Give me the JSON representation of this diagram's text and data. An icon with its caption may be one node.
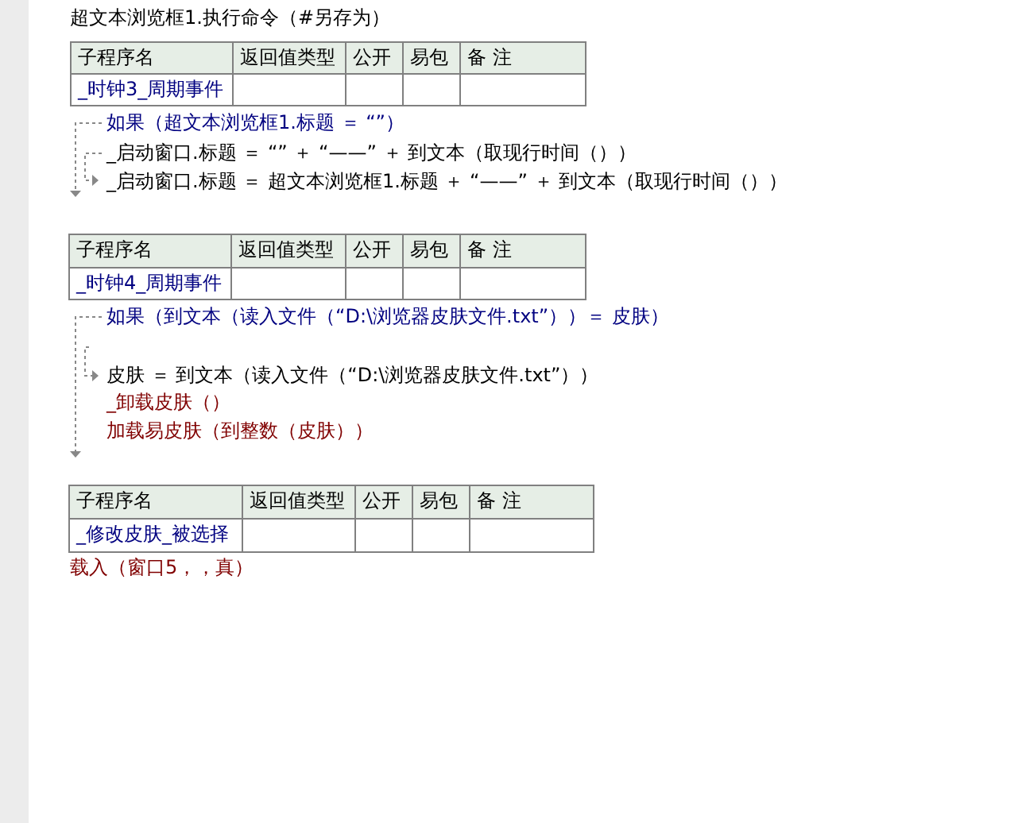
{
  "diagram": {
    "labels": [
      "超文本浏览框1.执行命令（#另存为）",
      "子程序名",
      "返回值类型",
      "公开",
      "易包",
      "备 注",
      "_时钟3_周期事件",
      "如果（超文本浏览框1.标题 ＝ “”）",
      "_启动窗口.标题 ＝ “” ＋ “——” ＋ 到文本（取现行时间（））",
      "_启动窗口.标题 ＝ 超文本浏览框1.标题 ＋ “——” ＋ 到文本（取现行时间（））",
      "子程序名",
      "返回值类型",
      "公开",
      "易包",
      "备 注",
      "_时钟4_周期事件",
      "如果（到文本（读入文件（“D:\\浏览器皮肤文件.txt”））＝ 皮肤）",
      "皮肤 ＝ 到文本（读入文件（“D:\\浏览器皮肤文件.txt”））",
      "_卸载皮肤（）",
      "加载易皮肤（到整数（皮肤））",
      "子程序名",
      "返回值类型",
      "公开",
      "易包",
      "备 注",
      "_修改皮肤_被选择",
      "载入（窗口5，，真）"
    ]
  }
}
